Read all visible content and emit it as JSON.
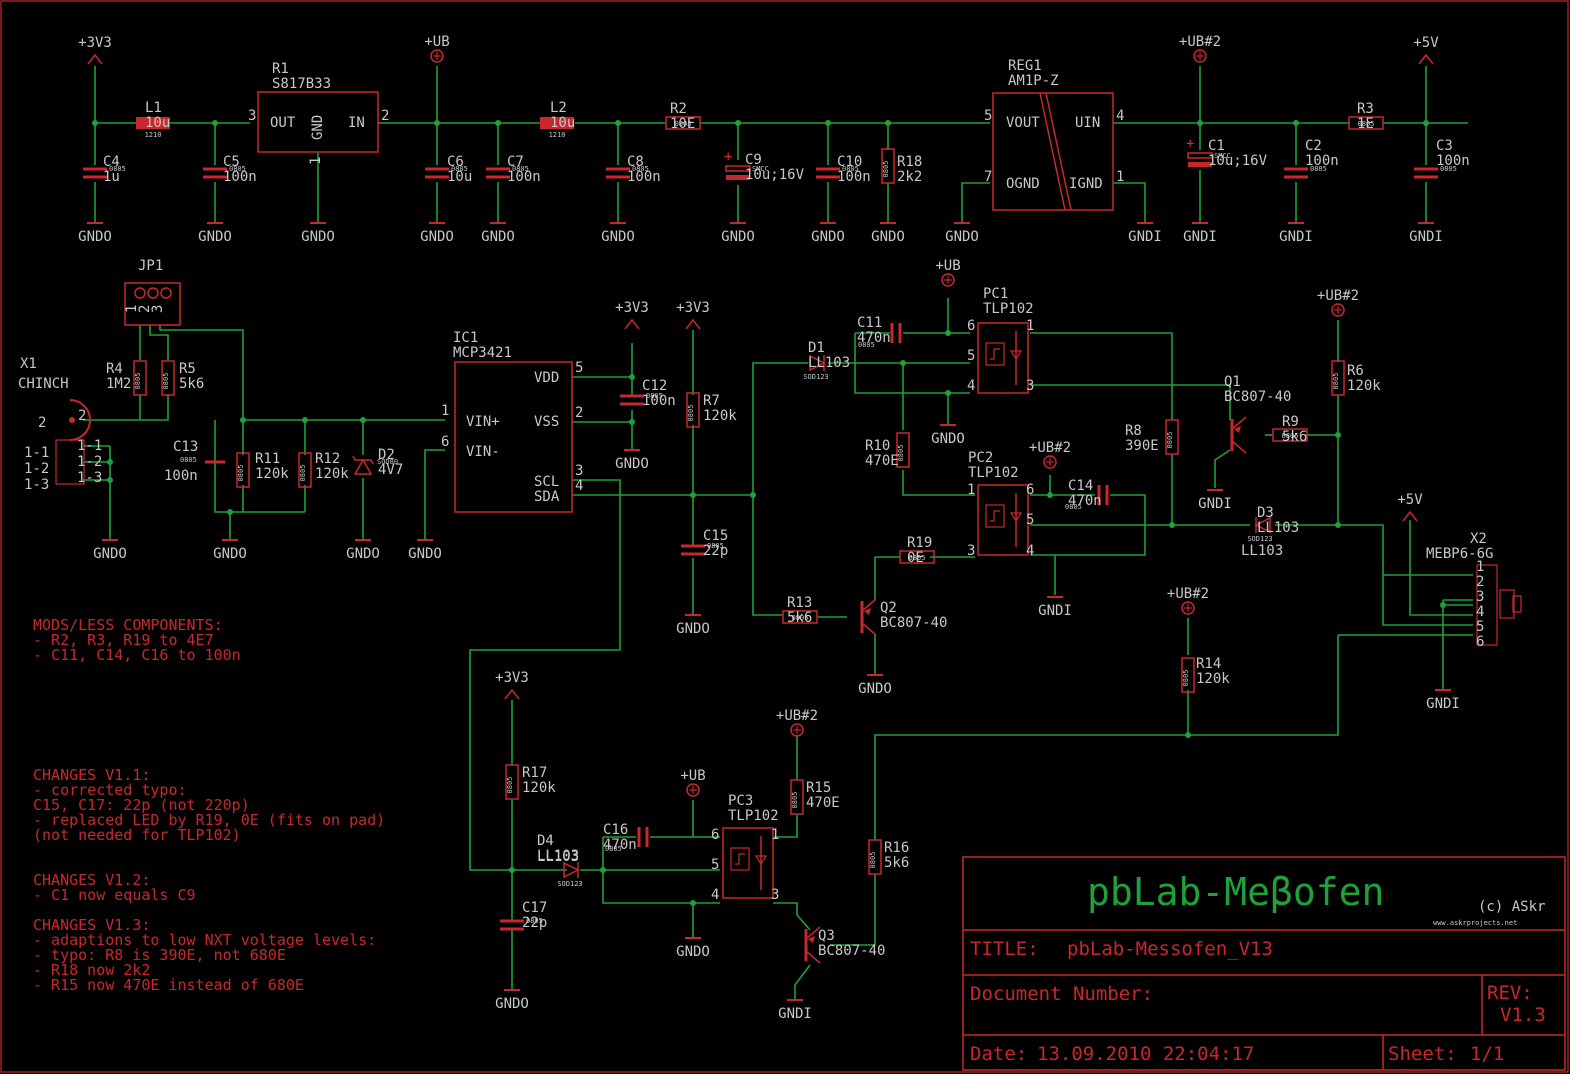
{
  "components": {
    "R1": {
      "ref": "R1",
      "value": "S817B33",
      "pins": {
        "out": "OUT",
        "gnd": "GND",
        "in": "IN",
        "p1": "1",
        "p2": "2",
        "p3": "3"
      }
    },
    "L1": {
      "ref": "L1",
      "value": "10u",
      "pkg": "1210"
    },
    "L2": {
      "ref": "L2",
      "value": "10u",
      "pkg": "1210"
    },
    "R2": {
      "ref": "R2",
      "value": "10E",
      "pkg": "0805"
    },
    "R3": {
      "ref": "R3",
      "value": "1E",
      "pkg": "0805"
    },
    "R4": {
      "ref": "R4",
      "value": "1M2",
      "pkg": "0805"
    },
    "R5": {
      "ref": "R5",
      "value": "5k6",
      "pkg": "0805"
    },
    "R6": {
      "ref": "R6",
      "value": "120k",
      "pkg": "0805"
    },
    "R7": {
      "ref": "R7",
      "value": "120k",
      "pkg": "0805"
    },
    "R8": {
      "ref": "R8",
      "value": "390E",
      "pkg": "0805"
    },
    "R9": {
      "ref": "R9",
      "value": "5k6",
      "pkg": "0805"
    },
    "R10": {
      "ref": "R10",
      "value": "470E",
      "pkg": "0805"
    },
    "R11": {
      "ref": "R11",
      "value": "120k",
      "pkg": "0805"
    },
    "R12": {
      "ref": "R12",
      "value": "120k",
      "pkg": "0805"
    },
    "R13": {
      "ref": "R13",
      "value": "5k6",
      "pkg": "0805"
    },
    "R14": {
      "ref": "R14",
      "value": "120k",
      "pkg": "0805"
    },
    "R15": {
      "ref": "R15",
      "value": "470E",
      "pkg": "0805"
    },
    "R16": {
      "ref": "R16",
      "value": "5k6",
      "pkg": "0805"
    },
    "R17": {
      "ref": "R17",
      "value": "120k",
      "pkg": "0805"
    },
    "R18": {
      "ref": "R18",
      "value": "2k2",
      "pkg": "0805"
    },
    "R19": {
      "ref": "R19",
      "value": "0E",
      "pkg": "0805"
    },
    "C1": {
      "ref": "C1",
      "value": "10u;16V",
      "pkg": "SMCC"
    },
    "C2": {
      "ref": "C2",
      "value": "100n",
      "pkg": "0805"
    },
    "C3": {
      "ref": "C3",
      "value": "100n",
      "pkg": "0805"
    },
    "C4": {
      "ref": "C4",
      "value": "1u",
      "pkg": "0805"
    },
    "C5": {
      "ref": "C5",
      "value": "100n",
      "pkg": "0805"
    },
    "C6": {
      "ref": "C6",
      "value": "10u",
      "pkg": "0805"
    },
    "C7": {
      "ref": "C7",
      "value": "100n",
      "pkg": "0805"
    },
    "C8": {
      "ref": "C8",
      "value": "100n",
      "pkg": "0805"
    },
    "C9": {
      "ref": "C9",
      "value": "10u;16V",
      "pkg": "SMCC"
    },
    "C10": {
      "ref": "C10",
      "value": "100n",
      "pkg": "0805"
    },
    "C11": {
      "ref": "C11",
      "value": "470n",
      "pkg": "0805"
    },
    "C12": {
      "ref": "C12",
      "value": "100n",
      "pkg": "0805"
    },
    "C13": {
      "ref": "C13",
      "value": "100n",
      "pkg": "0805"
    },
    "C14": {
      "ref": "C14",
      "value": "470n",
      "pkg": "0805"
    },
    "C15": {
      "ref": "C15",
      "value": "22p",
      "pkg": "0805"
    },
    "C16": {
      "ref": "C16",
      "value": "470n",
      "pkg": "0805"
    },
    "C17": {
      "ref": "C17",
      "value": "22p",
      "pkg": "0805"
    },
    "D1": {
      "ref": "D1",
      "value": "LL103",
      "pkg": "SOD123"
    },
    "D2": {
      "ref": "D2",
      "value": "4V7",
      "pkg": "SOD80"
    },
    "D3": {
      "ref": "D3",
      "value": "LL103",
      "pkg": "SOD123"
    },
    "D4": {
      "ref": "D4",
      "value": "LL103",
      "pkg": "SOD123"
    },
    "Q1": {
      "ref": "Q1",
      "value": "BC807-40"
    },
    "Q2": {
      "ref": "Q2",
      "value": "BC807-40"
    },
    "Q3": {
      "ref": "Q3",
      "value": "BC807-40"
    },
    "PC1": {
      "ref": "PC1",
      "value": "TLP102"
    },
    "PC2": {
      "ref": "PC2",
      "value": "TLP102"
    },
    "PC3": {
      "ref": "PC3",
      "value": "TLP102"
    },
    "REG1": {
      "ref": "REG1",
      "value": "AM1P-Z",
      "pins": {
        "vout": "VOUT",
        "uin": "UIN",
        "ognd": "OGND",
        "ignd": "IGND"
      }
    },
    "IC1": {
      "ref": "IC1",
      "value": "MCP3421",
      "pins": {
        "vdd": "VDD",
        "vss": "VSS",
        "vinp": "VIN+",
        "vinm": "VIN-",
        "scl": "SCL",
        "sda": "SDA"
      }
    },
    "JP1": {
      "ref": "JP1"
    },
    "X1": {
      "ref": "X1",
      "value": "CHINCH",
      "pins": [
        "1-1",
        "1-2",
        "1-3"
      ]
    },
    "X2": {
      "ref": "X2",
      "value": "MEBP6-6G",
      "pins": [
        "1",
        "2",
        "3",
        "4",
        "5",
        "6"
      ]
    }
  },
  "nets": {
    "v33": "+3V3",
    "ub": "+UB",
    "ub2": "+UB#2",
    "v5": "+5V",
    "gndo": "GNDO",
    "gndi": "GNDI"
  },
  "notes": {
    "mods": [
      "MODS/LESS COMPONENTS:",
      "- R2, R3, R19 to 4E7",
      "- C11, C14, C16 to 100n"
    ],
    "v11": [
      "CHANGES V1.1:",
      "- corrected typo:",
      "  C15, C17: 22p (not 220p)",
      "- replaced LED by R19, 0E (fits on pad)",
      "  (not needed for TLP102)"
    ],
    "v12": [
      "CHANGES V1.2:",
      "- C1 now equals C9"
    ],
    "v13": [
      "CHANGES V1.3:",
      "- adaptions to low NXT voltage levels:",
      "  - typo: R8 is 390E, not 680E",
      "  - R18 now 2k2",
      "  - R15 now 470E instead of 680E"
    ]
  },
  "title_block": {
    "project": "pbLab-Meβofen",
    "copyright": "(c) ASkr",
    "website": "www.askrprojects.net",
    "title_label": "TITLE:",
    "title_value": "pbLab-Messofen_V13",
    "docnum_label": "Document Number:",
    "rev_label": "REV:",
    "rev_value": "V1.3",
    "date_label": "Date:",
    "date_value": "13.09.2010 22:04:17",
    "sheet_label": "Sheet:",
    "sheet_value": "1/1"
  },
  "colors": {
    "wire": "#1fa03a",
    "symbol": "#c8282c",
    "text": "#c8c8c8",
    "background": "#000000"
  }
}
